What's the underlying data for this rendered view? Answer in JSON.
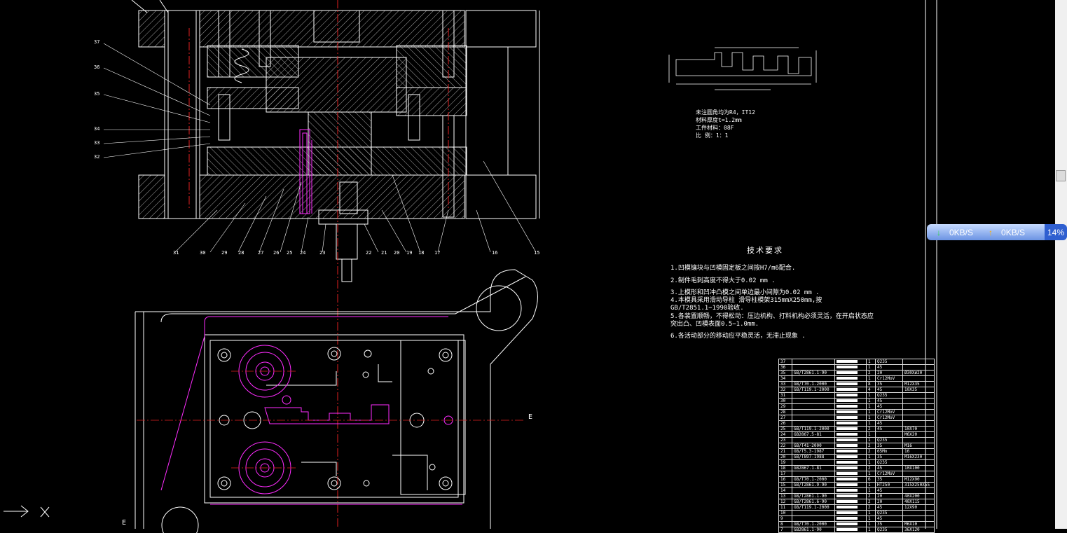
{
  "section_view": {
    "left_callouts": [
      "37",
      "36",
      "35",
      "34",
      "33",
      "32"
    ],
    "bottom_callouts": [
      "31",
      "30",
      "29",
      "28",
      "27",
      "26",
      "25",
      "24",
      "23",
      "22",
      "21",
      "20",
      "19",
      "18",
      "17",
      "16",
      "15"
    ]
  },
  "part_note": {
    "lines": [
      "未注圆角均为R4，IT12",
      "材料厚度t=1.2mm",
      "工件材料：08F",
      "比 例：1：1"
    ]
  },
  "plan_view": {
    "section_mark_right": "E",
    "section_mark_left": "E"
  },
  "tech_requirements": {
    "title": "技术要求",
    "items": [
      "1.凹模镶块与凹模固定板之间按H7/m6配合.",
      "2.制件毛刺高度不得大于0.02 mm .",
      "3.上模形和凹冲凸模之间单边最小间隙为0.02 mm .",
      "4.本模具采用滑动导柱 滑导柱模架315mmX250mm,按",
      "GB/T2851.1−1990验收.",
      "5.各装置顺畅，不得松动：压边机构、打料机构必须灵活，在开启状态应",
      "突出凸、凹模表面0.5−1.0mm.",
      "6.各活动部分的移动应平稳灵活，无滞止现象 ."
    ]
  },
  "bom": {
    "rows": [
      [
        "37",
        "",
        "",
        "1",
        "Q235",
        ""
      ],
      [
        "36",
        "",
        "",
        "1",
        "45",
        ""
      ],
      [
        "35",
        "GB/T2861.1-90",
        "",
        "2",
        "20",
        "",
        "Ø30Xø20"
      ],
      [
        "34",
        "",
        "",
        "1",
        "Cr12MoV",
        ""
      ],
      [
        "33",
        "GB/T70.1-2000",
        "",
        "8",
        "35",
        "M12X35"
      ],
      [
        "32",
        "GB/T119.1-2000",
        "",
        "4",
        "45",
        "10X35"
      ],
      [
        "31",
        "",
        "",
        "1",
        "Q235",
        ""
      ],
      [
        "30",
        "",
        "",
        "1",
        "45",
        ""
      ],
      [
        "29",
        "",
        "",
        "1",
        "45",
        ""
      ],
      [
        "28",
        "",
        "",
        "1",
        "Cr12MoV",
        ""
      ],
      [
        "27",
        "",
        "",
        "1",
        "Cr12MoV",
        ""
      ],
      [
        "26",
        "",
        "",
        "1",
        "45",
        ""
      ],
      [
        "25",
        "GB/T119.1-2000",
        "",
        "2",
        "45",
        "10X70"
      ],
      [
        "24",
        "GB2867.5-81",
        "",
        "1",
        "",
        "M6X20"
      ],
      [
        "23",
        "",
        "",
        "1",
        "Q235",
        ""
      ],
      [
        "22",
        "GB/T41-2000",
        "",
        "2",
        "35",
        "M16"
      ],
      [
        "21",
        "GB/T5.3-1987",
        "",
        "2",
        "65Mn",
        "16"
      ],
      [
        "20",
        "GB/T897-1988",
        "",
        "1",
        "35",
        "M16X230"
      ],
      [
        "19",
        "",
        "",
        "1",
        "Q235",
        ""
      ],
      [
        "18",
        "GB2867.1-81",
        "",
        "2",
        "45",
        "10X100"
      ],
      [
        "17",
        "",
        "",
        "1",
        "Cr12MoV",
        ""
      ],
      [
        "16",
        "GB/T70.1-2000",
        "",
        "6",
        "35",
        "M12X90"
      ],
      [
        "15",
        "GB/T2861.9-90",
        "",
        "1",
        "HT250",
        "315X250X55"
      ],
      [
        "14",
        "",
        "",
        "1",
        "45",
        ""
      ],
      [
        "13",
        "GB/T2861.1-90",
        "",
        "2",
        "20",
        "40X200"
      ],
      [
        "12",
        "GB/T2861.6-90",
        "",
        "2",
        "20",
        "40X115"
      ],
      [
        "11",
        "GB/T119.1-2000",
        "",
        "2",
        "45",
        "12X90"
      ],
      [
        "10",
        "",
        "",
        "1",
        "Q235",
        ""
      ],
      [
        "9",
        "",
        "",
        "1",
        "45",
        ""
      ],
      [
        "8",
        "GB/T70.1-2000",
        "",
        "1",
        "35",
        "M6X10"
      ],
      [
        "7",
        "GB2861.1-90",
        "",
        "1",
        "Q235",
        "36X120"
      ]
    ]
  },
  "net_monitor": {
    "download_speed": "0KB/S",
    "upload_speed": "0KB/S",
    "percent": "14%"
  },
  "ucs": {
    "x_label": "X"
  }
}
